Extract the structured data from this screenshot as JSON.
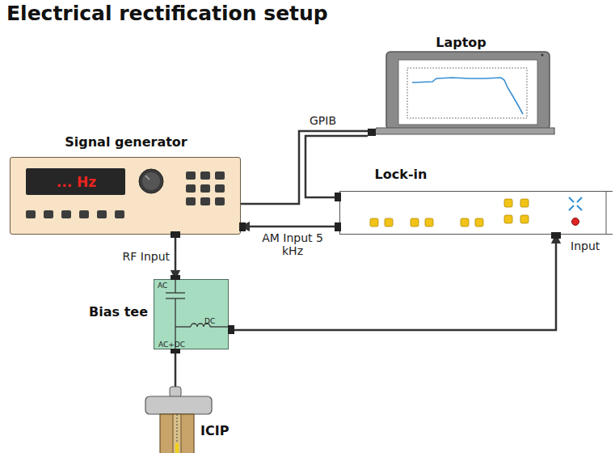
{
  "diagram": {
    "title": "Electrical rectification setup",
    "nodes": [
      {
        "text": [
          "Laptop"
        ]
      },
      {
        "text": [
          "Signal generator",
          "... Hz"
        ]
      },
      {
        "text": [
          "Lock-in"
        ]
      },
      {
        "text": [
          "Bias tee",
          "AC",
          "DC",
          "AC+DC"
        ]
      },
      {
        "text": [
          "ICIP"
        ]
      }
    ],
    "edges": [
      {
        "from": 0,
        "to": 1,
        "arrow": "none",
        "label": "GPIB"
      },
      {
        "from": 0,
        "to": 2,
        "arrow": "none"
      },
      {
        "from": 2,
        "to": 1,
        "arrow": "to",
        "label": "AM Input 5 kHz"
      },
      {
        "from": 1,
        "to": 3,
        "arrow": "to",
        "label": "RF Input"
      },
      {
        "from": 3,
        "to": 2,
        "arrow": "to"
      },
      {
        "from": 3,
        "to": 4,
        "arrow": "none"
      }
    ],
    "labels": [
      "Input"
    ]
  }
}
